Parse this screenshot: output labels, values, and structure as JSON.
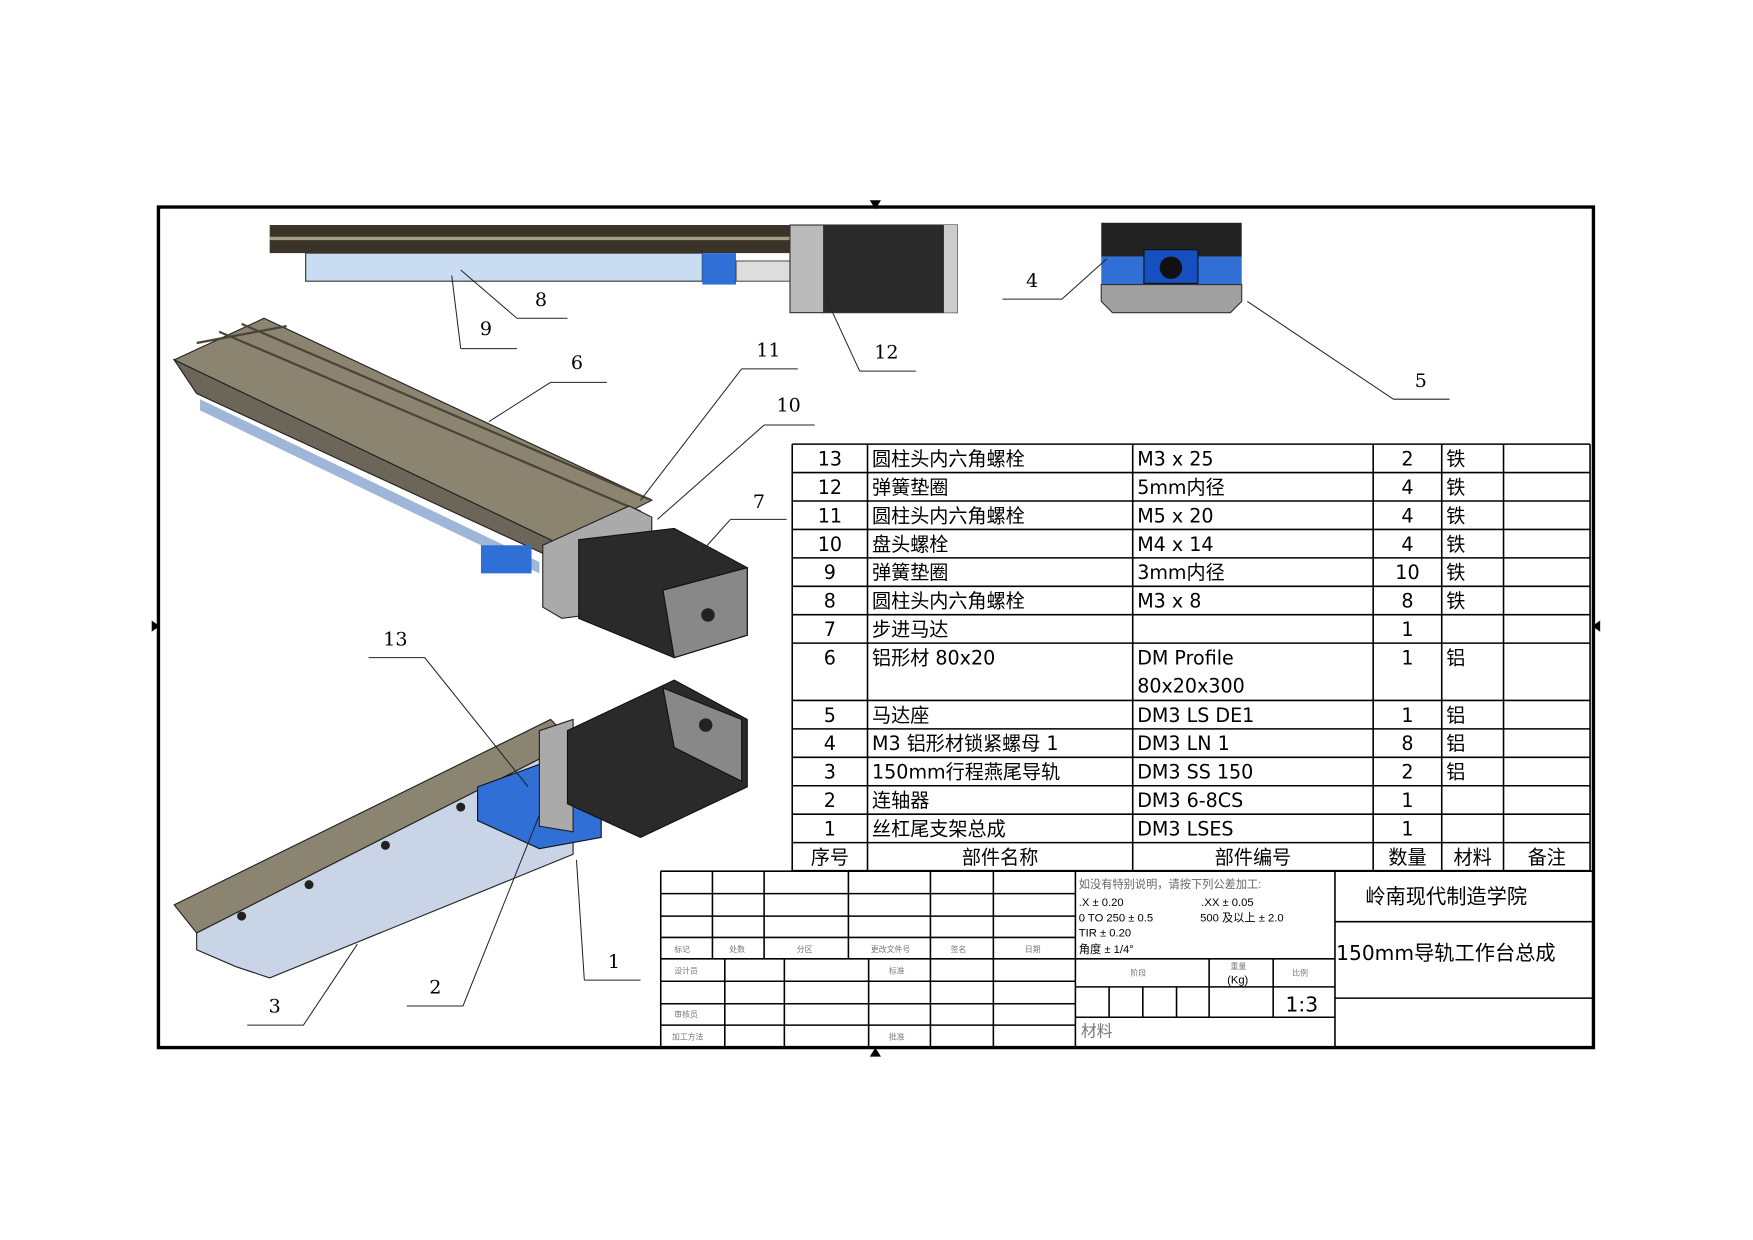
{
  "callouts": [
    "1",
    "2",
    "3",
    "4",
    "5",
    "6",
    "7",
    "8",
    "9",
    "10",
    "11",
    "12",
    "13"
  ],
  "bom": {
    "headers": [
      "序号",
      "部件名称",
      "部件编号",
      "数量",
      "材料",
      "备注"
    ],
    "rows": [
      {
        "no": "13",
        "name": "圆柱头内六角螺栓",
        "code": "M3 x 25",
        "qty": "2",
        "material": "铁",
        "note": ""
      },
      {
        "no": "12",
        "name": "弹簧垫圈",
        "code": "5mm内径",
        "qty": "4",
        "material": "铁",
        "note": ""
      },
      {
        "no": "11",
        "name": "圆柱头内六角螺栓",
        "code": "M5 x 20",
        "qty": "4",
        "material": "铁",
        "note": ""
      },
      {
        "no": "10",
        "name": "盘头螺栓",
        "code": "M4 x 14",
        "qty": "4",
        "material": "铁",
        "note": ""
      },
      {
        "no": "9",
        "name": "弹簧垫圈",
        "code": "3mm内径",
        "qty": "10",
        "material": "铁",
        "note": ""
      },
      {
        "no": "8",
        "name": "圆柱头内六角螺栓",
        "code": "M3 x 8",
        "qty": "8",
        "material": "铁",
        "note": ""
      },
      {
        "no": "7",
        "name": "步进马达",
        "code": "",
        "qty": "1",
        "material": "",
        "note": ""
      },
      {
        "no": "6",
        "name": "铝形材 80x20",
        "code": "DM Profile",
        "code2": "80x20x300",
        "qty": "1",
        "material": "铝",
        "note": ""
      },
      {
        "no": "5",
        "name": "马达座",
        "code": "DM3 LS DE1",
        "qty": "1",
        "material": "铝",
        "note": ""
      },
      {
        "no": "4",
        "name": "M3 铝形材锁紧螺母 1",
        "code": "DM3 LN 1",
        "qty": "8",
        "material": "铝",
        "note": ""
      },
      {
        "no": "3",
        "name": "150mm行程燕尾导轨",
        "code": "DM3 SS 150",
        "qty": "2",
        "material": "铝",
        "note": ""
      },
      {
        "no": "2",
        "name": "连轴器",
        "code": "DM3 6-8CS",
        "qty": "1",
        "material": "",
        "note": ""
      },
      {
        "no": "1",
        "name": "丝杠尾支架总成",
        "code": "DM3 LSES",
        "qty": "1",
        "material": "",
        "note": ""
      }
    ]
  },
  "title_block": {
    "labels": {
      "mark": "标记",
      "count": "处数",
      "zone": "分区",
      "change_doc": "更改文件号",
      "sign": "签名",
      "date": "日期",
      "designer": "设计员",
      "standard": "标准",
      "reviewer": "审核员",
      "process": "加工方法",
      "approve": "批准",
      "stage": "阶段",
      "weight": "重量",
      "weight_unit": "(Kg)",
      "scale": "比例",
      "material": "材料"
    },
    "tolerance": {
      "note": "如没有特别说明，请按下列公差加工:",
      "x1": ".X ± 0.20",
      "x2": ".XX ± 0.05",
      "r1": "0 TO 250 ± 0.5",
      "r2": "500 及以上 ± 2.0",
      "tir": "TIR ± 0.20",
      "angle": "角度 ± 1/4°"
    },
    "scale_value": "1:3",
    "school": "岭南现代制造学院",
    "drawing_title": "150mm导轨工作台总成"
  },
  "colors": {
    "blue": "#2f6fd6",
    "light_blue": "#c9dcf2",
    "profile": "#8a8470",
    "motor": "#2a2a2a",
    "gray": "#9a9a9a"
  }
}
